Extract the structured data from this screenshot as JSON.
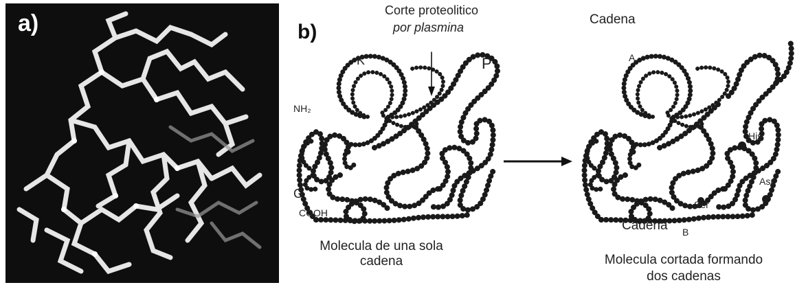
{
  "panel_a": {
    "label": "a)"
  },
  "panel_b": {
    "label": "b)",
    "cleavage_note_line1": "Corte   proteolitico",
    "cleavage_note_line2": "por plasmina",
    "label_K": "K",
    "label_P": "P",
    "label_NH2": "NH₂",
    "label_G": "G",
    "label_COOH": "COOH",
    "caption_left_line1": "Molecula de una sola",
    "caption_left_line2": "cadena",
    "chain_A_title": "Cadena",
    "label_A": "A",
    "label_His": "His",
    "label_Asp": "Asp",
    "label_Ser": "Ser",
    "chain_B_title": "Cadena",
    "label_B": "B",
    "caption_right_line1": "Molecula cortada formando",
    "caption_right_line2": "dos cadenas"
  },
  "colors": {
    "background": "#ffffff",
    "panel_a_background": "#0e0e0e",
    "residue_dark": "#1a1a1a",
    "residue_light": "#ffffff",
    "stick": "#e8e8e8"
  }
}
